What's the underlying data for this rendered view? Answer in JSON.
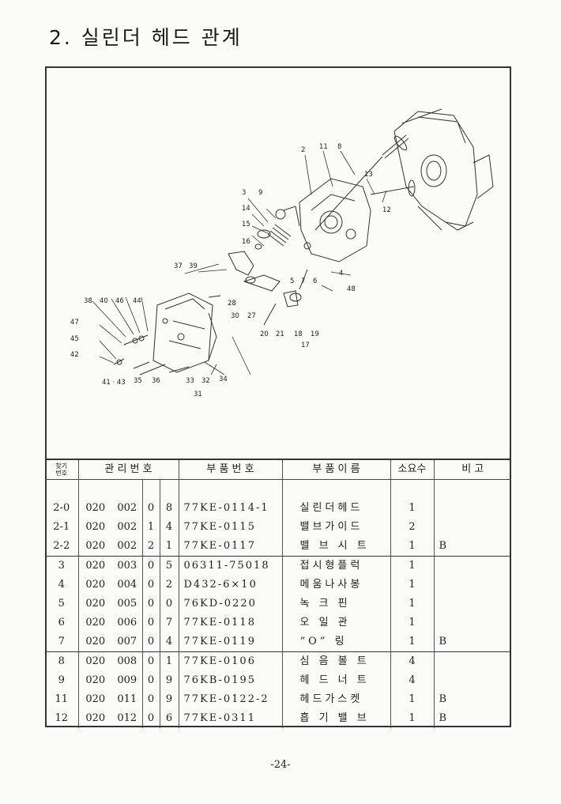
{
  "page": {
    "title": "2. 실린더 헤드 관계",
    "page_number": "-24-"
  },
  "table": {
    "headers": {
      "no_line1": "찾기",
      "no_line2": "번호",
      "mgmt": "관 리 번 호",
      "part_no": "부 품 번 호",
      "part_name": "부 품 이 름",
      "qty": "소요수",
      "remark": "비 고"
    },
    "rows": [
      {
        "no": "2-0",
        "a": "020",
        "b": "002",
        "c": "0",
        "d": "8",
        "pn": "77KE-0114-1",
        "name": "실린더헤드",
        "qty": "1",
        "rem": ""
      },
      {
        "no": "2-1",
        "a": "020",
        "b": "002",
        "c": "1",
        "d": "4",
        "pn": "77KE-0115",
        "name": "밸브가이드",
        "qty": "2",
        "rem": ""
      },
      {
        "no": "2-2",
        "a": "020",
        "b": "002",
        "c": "2",
        "d": "1",
        "pn": "77KE-0117",
        "name": "밸 브 시 트",
        "qty": "1",
        "rem": "B"
      },
      {
        "no": "3",
        "a": "020",
        "b": "003",
        "c": "0",
        "d": "5",
        "pn": "06311-75018",
        "name": "접시형플럭",
        "qty": "1",
        "rem": ""
      },
      {
        "no": "4",
        "a": "020",
        "b": "004",
        "c": "0",
        "d": "2",
        "pn": "D432-6×10",
        "name": "메움나사봉",
        "qty": "1",
        "rem": ""
      },
      {
        "no": "5",
        "a": "020",
        "b": "005",
        "c": "0",
        "d": "0",
        "pn": "76KD-0220",
        "name": "녹  크  핀",
        "qty": "1",
        "rem": ""
      },
      {
        "no": "6",
        "a": "020",
        "b": "006",
        "c": "0",
        "d": "7",
        "pn": "77KE-0118",
        "name": "오  일  관",
        "qty": "1",
        "rem": ""
      },
      {
        "no": "7",
        "a": "020",
        "b": "007",
        "c": "0",
        "d": "4",
        "pn": "77KE-0119",
        "name": "“O” 링",
        "qty": "1",
        "rem": "B"
      },
      {
        "no": "8",
        "a": "020",
        "b": "008",
        "c": "0",
        "d": "1",
        "pn": "77KE-0106",
        "name": "심 음 볼 트",
        "qty": "4",
        "rem": ""
      },
      {
        "no": "9",
        "a": "020",
        "b": "009",
        "c": "0",
        "d": "9",
        "pn": "76KB-0195",
        "name": "헤 드 너 트",
        "qty": "4",
        "rem": ""
      },
      {
        "no": "11",
        "a": "020",
        "b": "011",
        "c": "0",
        "d": "9",
        "pn": "77KE-0122-2",
        "name": "헤드가스켓",
        "qty": "1",
        "rem": "B"
      },
      {
        "no": "12",
        "a": "020",
        "b": "012",
        "c": "0",
        "d": "6",
        "pn": "77KE-0311",
        "name": "흡 기 밸 브",
        "qty": "1",
        "rem": "B"
      }
    ]
  },
  "diagram": {
    "callouts": [
      "2",
      "11",
      "8",
      "13",
      "12",
      "3",
      "9",
      "14",
      "15",
      "16",
      "4",
      "48",
      "37",
      "39",
      "5",
      "7",
      "6",
      "28",
      "30",
      "27",
      "20",
      "21",
      "18",
      "19",
      "17",
      "38",
      "40",
      "46",
      "44",
      "47",
      "45",
      "42",
      "41 · 43",
      "35",
      "36",
      "33",
      "32",
      "34",
      "31"
    ]
  }
}
